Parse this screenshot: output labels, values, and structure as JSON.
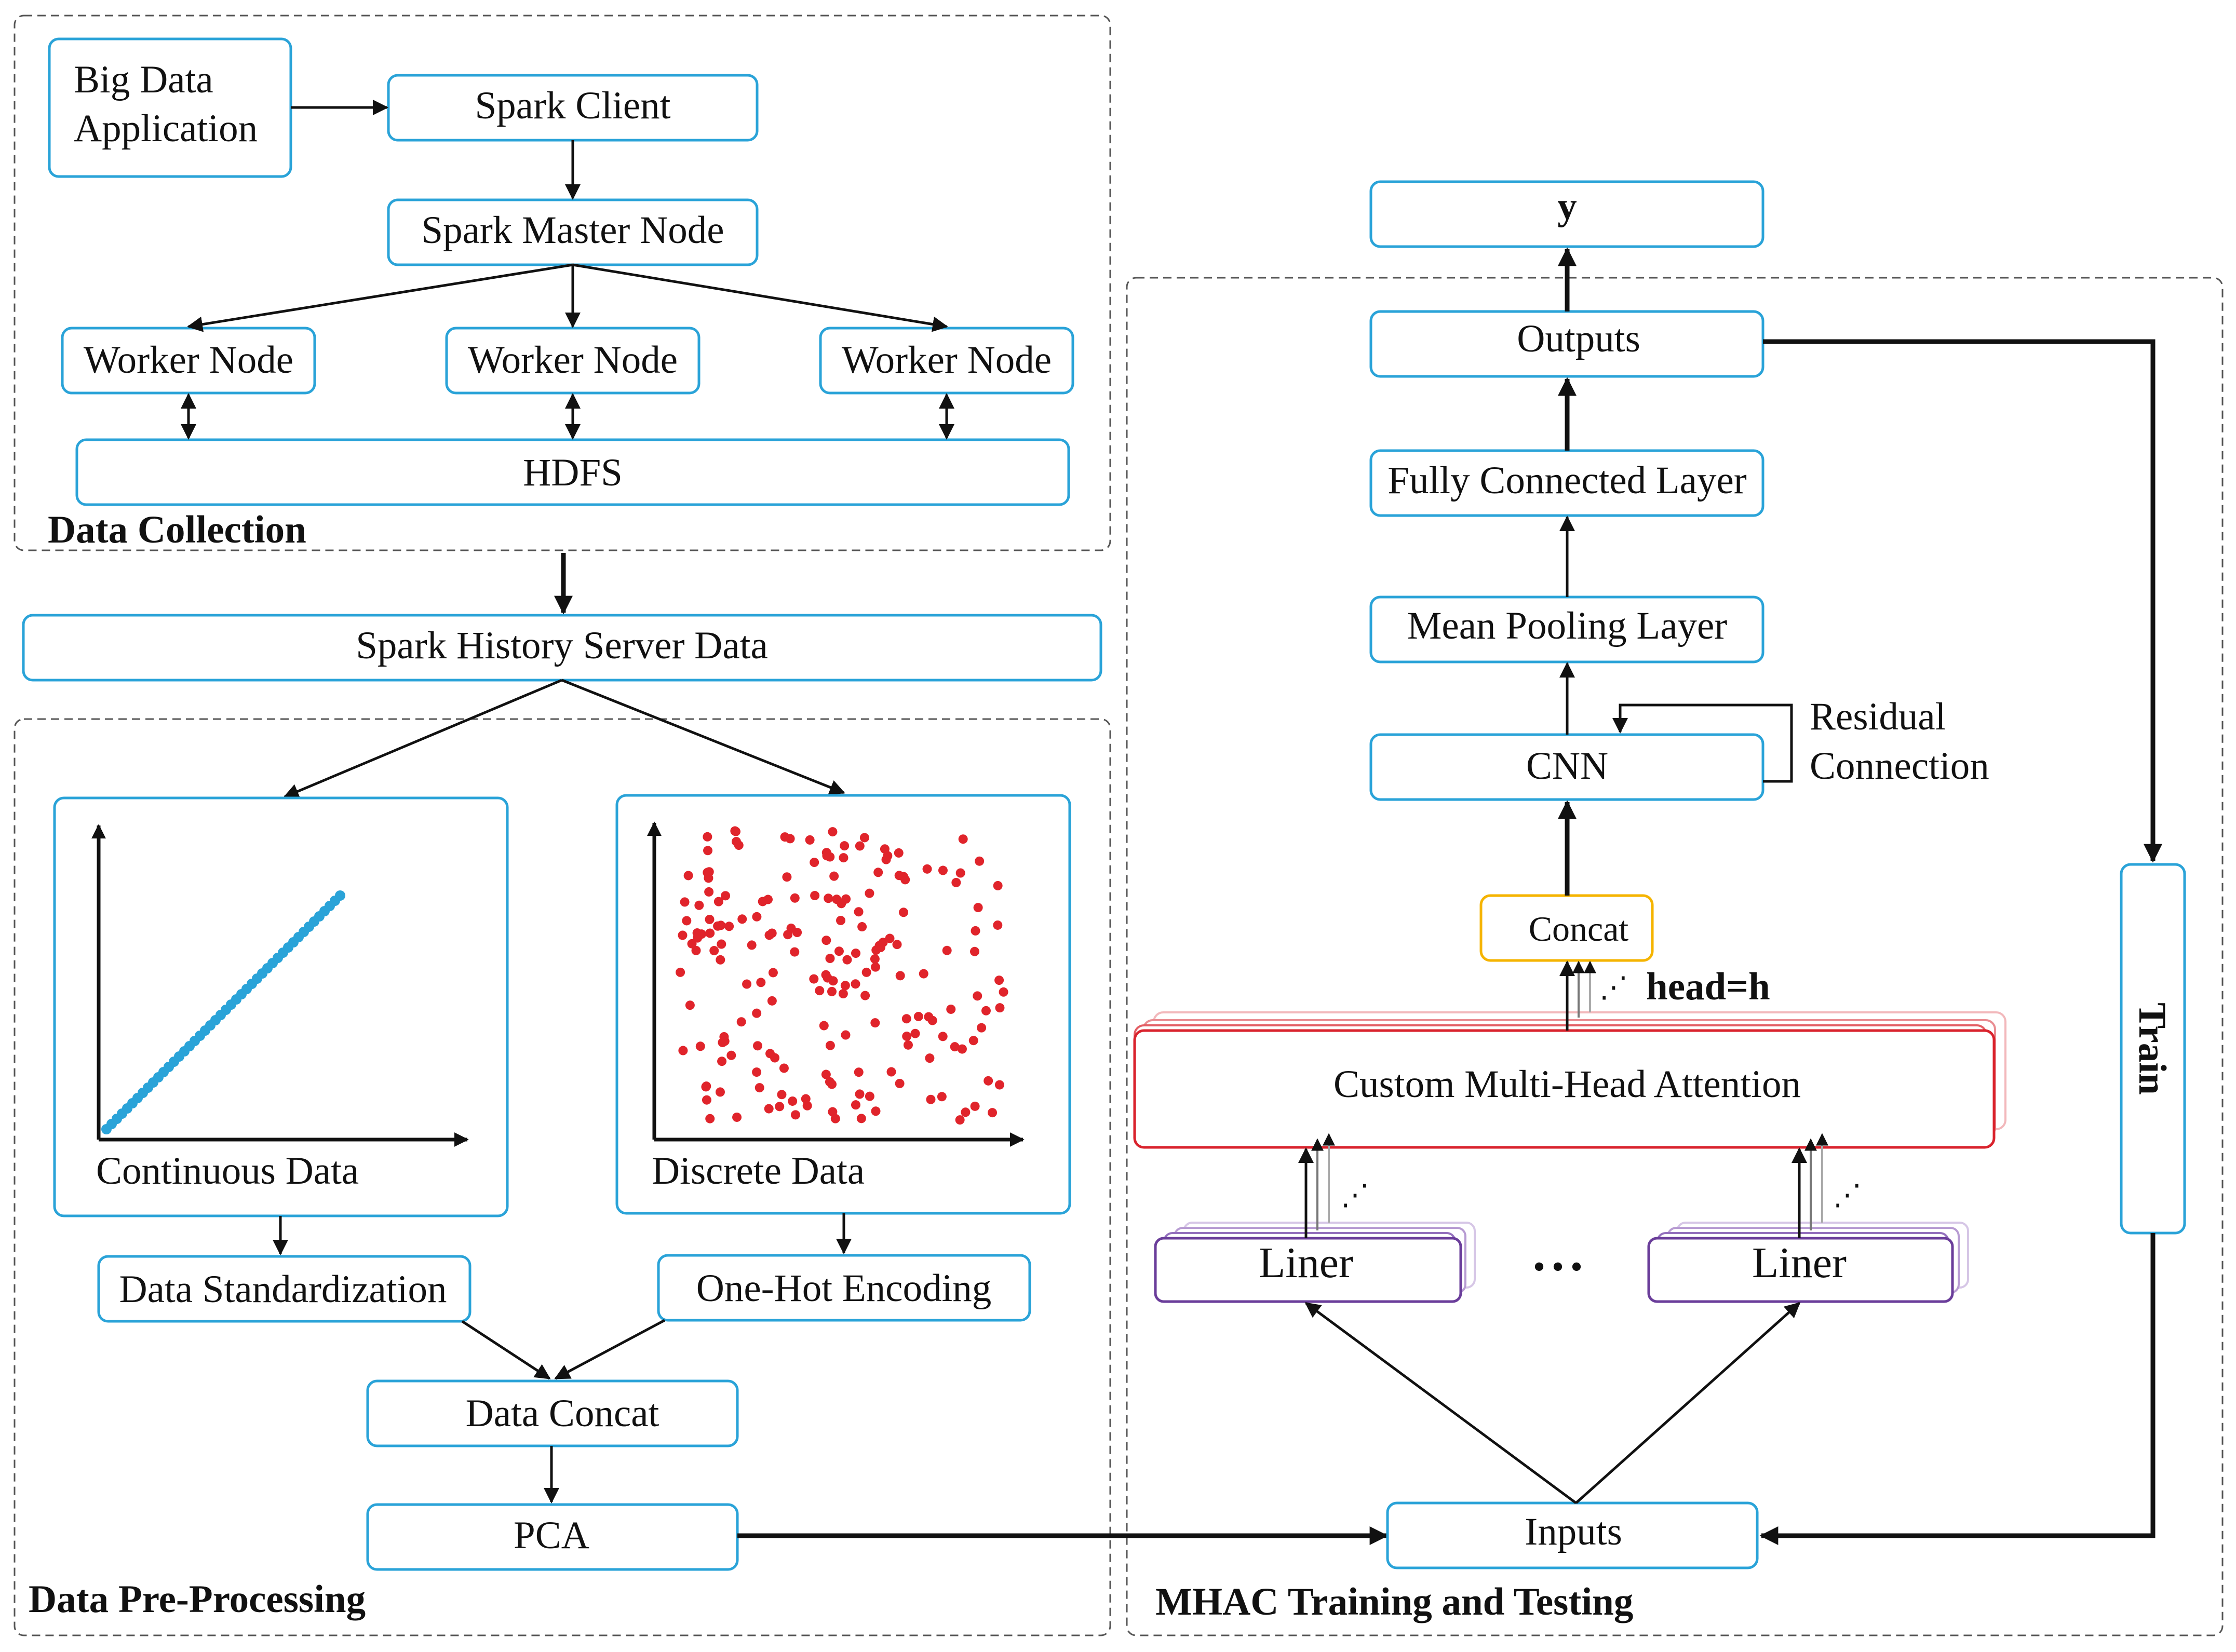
{
  "regions": {
    "collection": "Data Collection",
    "preprocessing": "Data Pre-Processing",
    "mhac": "MHAC Training and Testing"
  },
  "collection": {
    "big_data_app": [
      "Big Data",
      "Application"
    ],
    "spark_client": "Spark Client",
    "spark_master": "Spark Master Node",
    "worker_nodes": [
      "Worker Node",
      "Worker Node",
      "Worker Node"
    ],
    "hdfs": "HDFS"
  },
  "history_server": "Spark History Server Data",
  "preprocessing": {
    "continuous_label": "Continuous Data",
    "discrete_label": "Discrete Data",
    "standardization": "Data Standardization",
    "one_hot": "One-Hot Encoding",
    "concat": "Data Concat",
    "pca": "PCA"
  },
  "mhac": {
    "y": "y",
    "outputs": "Outputs",
    "fully_connected": "Fully Connected Layer",
    "mean_pooling": "Mean Pooling Layer",
    "cnn": "CNN",
    "residual": [
      "Residual",
      "Connection"
    ],
    "concat": "Concat",
    "head": "head=h",
    "attention": "Custom Multi-Head Attention",
    "liner_left": "Liner",
    "liner_right": "Liner",
    "ellipsis": "• • •",
    "inputs": "Inputs",
    "train": "Train"
  },
  "colors": {
    "box_border": "#2aa3d8",
    "concat_border": "#f5b400",
    "attention_border": "#d9232d",
    "liner_border": "#6a3d9a",
    "continuous_points": "#2aa3d8",
    "discrete_points": "#e0242b"
  }
}
